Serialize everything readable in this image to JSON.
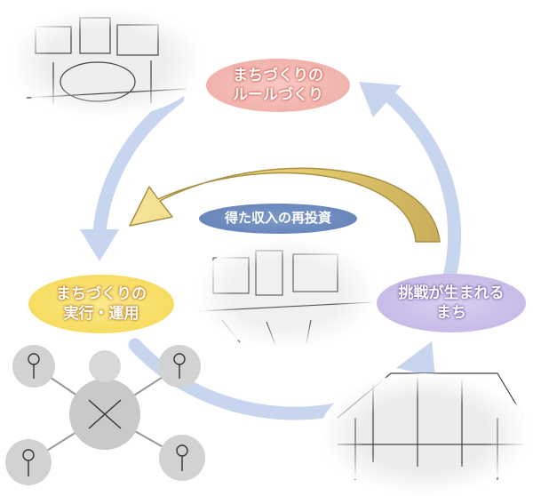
{
  "nodes": {
    "rules": {
      "line1": "まちづくりの",
      "line2": "ルールづくり"
    },
    "execution": {
      "line1": "まちづくりの",
      "line2": "実行・運用"
    },
    "challenge": {
      "line1": "挑戦が生まれる",
      "line2": "まち"
    },
    "reinvest": {
      "label": "得た収入の再投資"
    }
  },
  "colors": {
    "cycle_arrow": "#c7d6ee",
    "reinvest_arrow": "#d6bf6e",
    "rules_bubble": "#f1b2ab",
    "execution_bubble": "#f7dc60",
    "challenge_bubble": "#c8bbe8",
    "reinvest_bubble": "#5f7fb6"
  },
  "illustrations": [
    "city-meeting-sketch-icon",
    "street-scene-sketch-icon",
    "people-network-sketch-icon",
    "market-crowd-sketch-icon"
  ]
}
